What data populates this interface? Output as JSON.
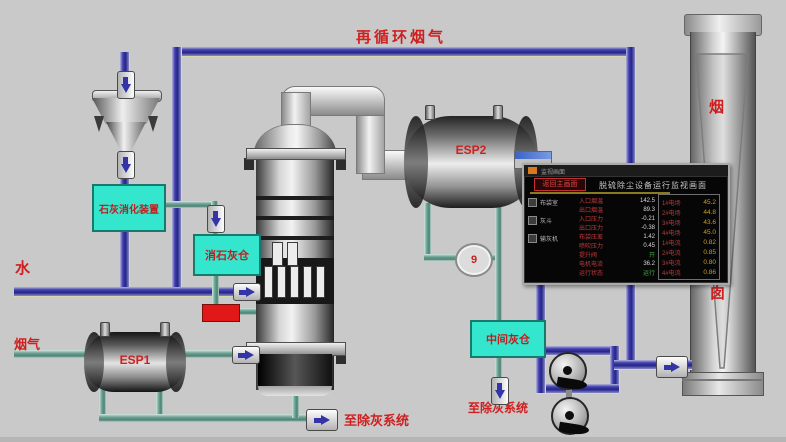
{
  "labels": {
    "recirc": "再循环烟气",
    "water": "水",
    "flue_in": "烟气",
    "esp1": "ESP1",
    "esp2": "ESP2",
    "slaker": "石灰消化装置",
    "lime_silo": "消石灰仓",
    "mid_silo": "中间灰仓",
    "to_ash": "至除灰系统",
    "stack_top_char": "烟",
    "stack_bottom_char": "囱",
    "instrument_tag": "9"
  },
  "colors": {
    "pipe_blue": "#23238a",
    "pipe_teal": "#5f9e8f",
    "box_cyan": "#35e6cf",
    "label_red": "#cf1f1f",
    "popup_bg": "#060606",
    "value_yellow": "#c8a020",
    "feeder_red": "#e01818"
  },
  "popup": {
    "titlebar_text": "监视画面",
    "back_button_label": "返回主画面",
    "title": "脱硫除尘设备运行监视画面",
    "left_items": [
      {
        "label": "布袋室"
      },
      {
        "label": "灰斗"
      },
      {
        "label": "输灰机"
      }
    ],
    "center_rows": [
      {
        "label": "入口烟温",
        "value": "142.5",
        "color": "#d8d8d8"
      },
      {
        "label": "出口烟温",
        "value": "89.3",
        "color": "#d8d8d8"
      },
      {
        "label": "入口压力",
        "value": "-0.21",
        "color": "#d8d8d8"
      },
      {
        "label": "出口压力",
        "value": "-0.38",
        "color": "#d8d8d8"
      },
      {
        "label": "布袋压差",
        "value": "1.42",
        "color": "#d8d8d8"
      },
      {
        "label": "喷吹压力",
        "value": "0.45",
        "color": "#d8d8d8"
      },
      {
        "label": "提升阀",
        "value": "开",
        "color": "#3fae3f"
      },
      {
        "label": "电机电流",
        "value": "36.2",
        "color": "#d8d8d8"
      },
      {
        "label": "运行状态",
        "value": "运行",
        "color": "#3fae3f"
      }
    ],
    "right_rows": [
      {
        "label": "1#电场",
        "value": "45.2"
      },
      {
        "label": "2#电场",
        "value": "44.8"
      },
      {
        "label": "3#电场",
        "value": "43.6"
      },
      {
        "label": "4#电场",
        "value": "45.0"
      },
      {
        "label": "1#电流",
        "value": "0.82"
      },
      {
        "label": "2#电流",
        "value": "0.85"
      },
      {
        "label": "3#电流",
        "value": "0.80"
      },
      {
        "label": "4#电流",
        "value": "0.86"
      }
    ]
  }
}
